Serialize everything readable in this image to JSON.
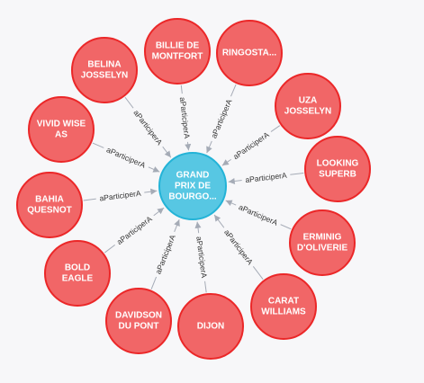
{
  "graph": {
    "colors": {
      "center_fill": "#57c7e3",
      "center_stroke": "#23b3d7",
      "node_fill": "#f16667",
      "node_stroke": "#eb2728",
      "edge": "#a5abb6",
      "background": "#f7f7f9"
    },
    "center": {
      "label_lines": [
        "GRAND",
        "PRIX DE",
        "BOURGO..."
      ]
    },
    "nodes": [
      {
        "label_lines": [
          "BILLIE DE",
          "MONTFORT"
        ]
      },
      {
        "label_lines": [
          "RINGOSTA..."
        ]
      },
      {
        "label_lines": [
          "UZA",
          "JOSSELYN"
        ]
      },
      {
        "label_lines": [
          "LOOKING",
          "SUPERB"
        ]
      },
      {
        "label_lines": [
          "ERMINIG",
          "D'OLIVERIE"
        ]
      },
      {
        "label_lines": [
          "CARAT",
          "WILLIAMS"
        ]
      },
      {
        "label_lines": [
          "DIJON"
        ]
      },
      {
        "label_lines": [
          "DAVIDSON",
          "DU PONT"
        ]
      },
      {
        "label_lines": [
          "BOLD",
          "EAGLE"
        ]
      },
      {
        "label_lines": [
          "BAHIA",
          "QUESNOT"
        ]
      },
      {
        "label_lines": [
          "VIVID WISE",
          "AS"
        ]
      },
      {
        "label_lines": [
          "BELINA",
          "JOSSELYN"
        ]
      }
    ],
    "relationship_label": "aParticiperA"
  }
}
